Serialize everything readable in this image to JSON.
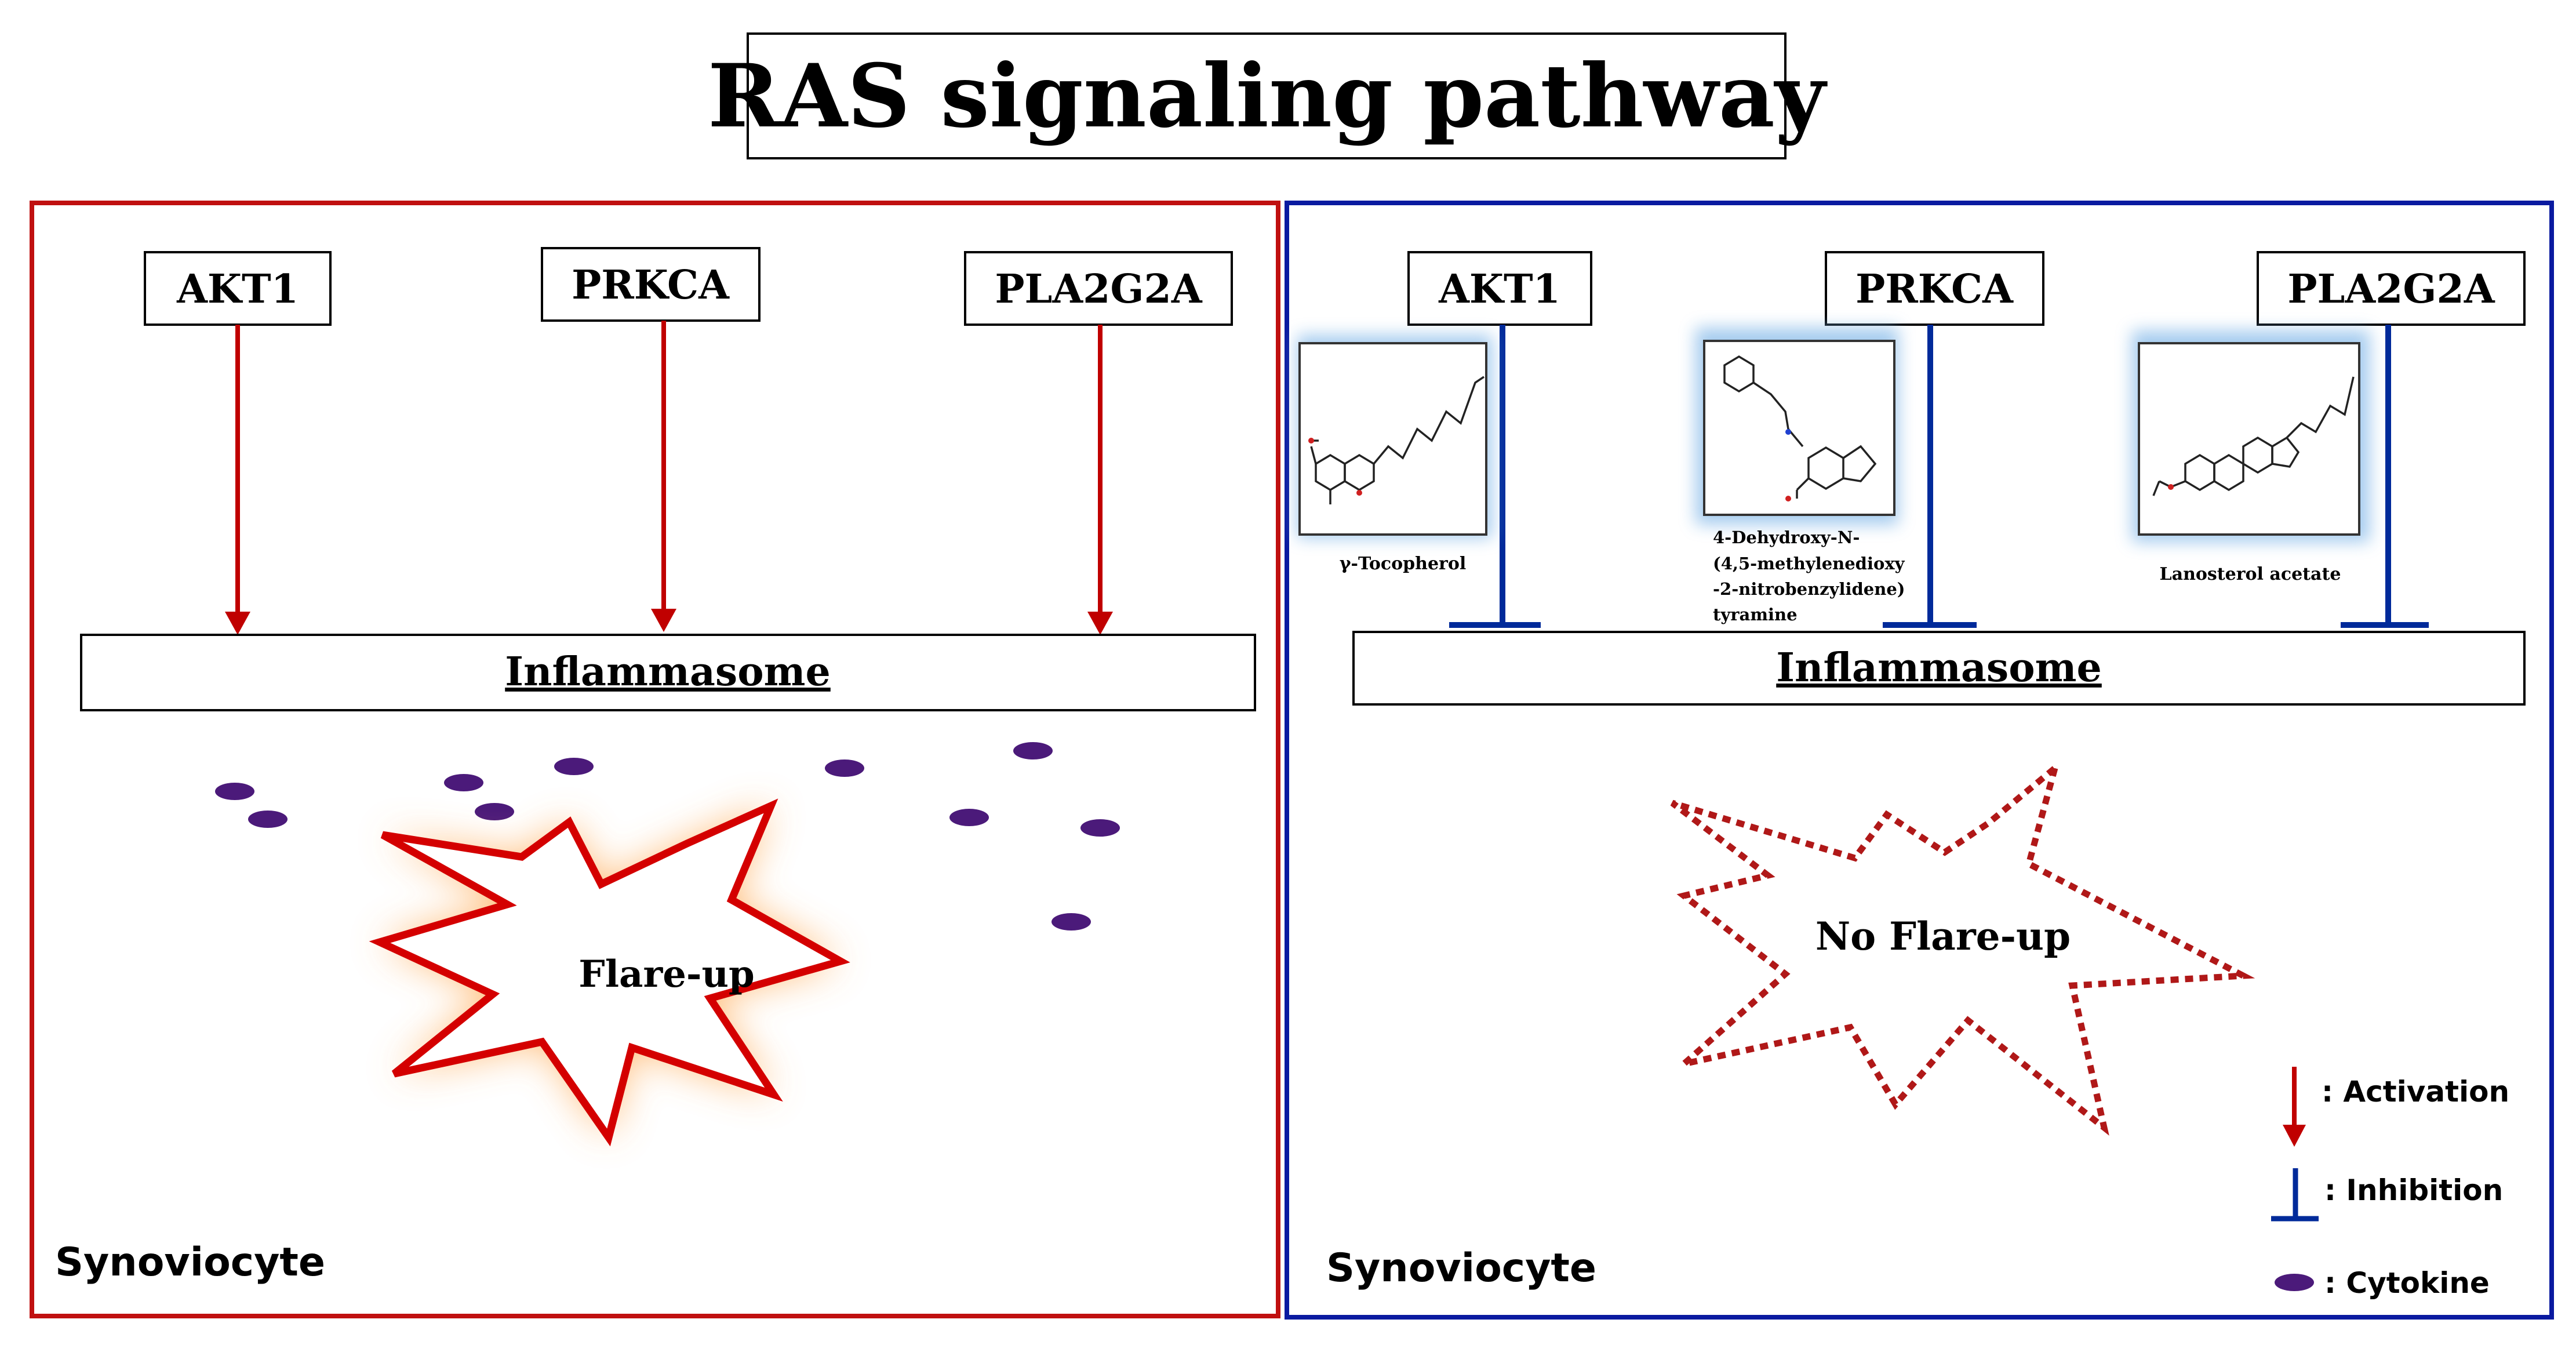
{
  "title": "RAS signaling pathway",
  "left_panel": {
    "genes": [
      "AKT1",
      "PRKCA",
      "PLA2G2A"
    ],
    "target_label": "Inflammasome",
    "burst_label": "Flare-up",
    "cell_label": "Synoviocyte",
    "relation": "activation"
  },
  "right_panel": {
    "genes": [
      "AKT1",
      "PRKCA",
      "PLA2G2A"
    ],
    "compounds": [
      {
        "name_lines": [
          "γ-Tocopherol"
        ],
        "structure_icon": "gamma-tocopherol-structure"
      },
      {
        "name_lines": [
          "4-Dehydroxy-N-",
          "(4,5-methylenedioxy",
          "-2-nitrobenzylidene)",
          "tyramine"
        ],
        "structure_icon": "dehydroxy-tyramine-structure"
      },
      {
        "name_lines": [
          "Lanosterol acetate"
        ],
        "structure_icon": "lanosterol-acetate-structure"
      }
    ],
    "target_label": "Inflammasome",
    "burst_label": "No Flare-up",
    "cell_label": "Synoviocyte",
    "relation": "inhibition"
  },
  "legend": [
    {
      "symbol": "activation-arrow",
      "label": ": Activation"
    },
    {
      "symbol": "inhibition-bar",
      "label": ": Inhibition"
    },
    {
      "symbol": "cytokine-ellipse",
      "label": ": Cytokine"
    }
  ],
  "colors": {
    "activation": "#c00000",
    "inhibition": "#002a9a",
    "cytokine": "#4b1a7a",
    "left_border": "#c01010",
    "right_border": "#0a1aa0",
    "burst": "#d40000",
    "dotted_burst": "#b01818"
  }
}
